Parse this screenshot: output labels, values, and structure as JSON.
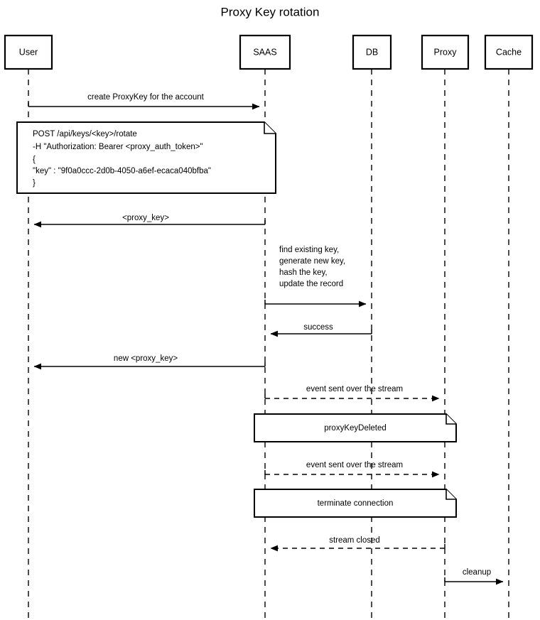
{
  "title": "Proxy Key rotation",
  "participants": [
    {
      "id": "user",
      "label": "User"
    },
    {
      "id": "saas",
      "label": "SAAS"
    },
    {
      "id": "db",
      "label": "DB"
    },
    {
      "id": "proxy",
      "label": "Proxy"
    },
    {
      "id": "cache",
      "label": "Cache"
    }
  ],
  "messages": [
    {
      "id": "m1",
      "label": "create ProxyKey for the account",
      "from": "user",
      "to": "saas",
      "style": "solid",
      "direction": "right"
    },
    {
      "id": "m2",
      "label": "<proxy_key>",
      "from": "saas",
      "to": "user",
      "style": "solid",
      "direction": "left"
    },
    {
      "id": "m3",
      "label": "",
      "from": "saas",
      "to": "db",
      "style": "solid",
      "direction": "right"
    },
    {
      "id": "m4",
      "label": "success",
      "from": "db",
      "to": "saas",
      "style": "solid",
      "direction": "left"
    },
    {
      "id": "m5",
      "label": "new <proxy_key>",
      "from": "saas",
      "to": "user",
      "style": "solid",
      "direction": "left"
    },
    {
      "id": "m6",
      "label": "event sent over the stream",
      "from": "saas",
      "to": "proxy",
      "style": "dashed",
      "direction": "right"
    },
    {
      "id": "m7",
      "label": "event sent over the stream",
      "from": "saas",
      "to": "proxy",
      "style": "dashed",
      "direction": "right"
    },
    {
      "id": "m8",
      "label": "stream closed",
      "from": "proxy",
      "to": "saas",
      "style": "dashed",
      "direction": "left"
    },
    {
      "id": "m9",
      "label": "cleanup",
      "from": "proxy",
      "to": "cache",
      "style": "solid",
      "direction": "right"
    }
  ],
  "notes": [
    {
      "id": "note-request",
      "align": "left",
      "lines": [
        "POST /api/keys/<key>/rotate",
        "-H \"Authorization: Bearer <proxy_auth_token>\"",
        "{",
        "     \"key\" : \"9f0a0ccc-2d0b-4050-a6ef-ecaca040bfba\"",
        "}"
      ]
    },
    {
      "id": "note-proxy-key-deleted",
      "align": "center",
      "lines": [
        "proxyKeyDeleted"
      ]
    },
    {
      "id": "note-terminate-connection",
      "align": "center",
      "lines": [
        "terminate connection"
      ]
    }
  ],
  "free_text_blocks": [
    {
      "id": "saas-internal-steps",
      "lines": [
        "find existing key,",
        "generate new key,",
        "hash the key,",
        "update the record"
      ]
    }
  ],
  "colors": {
    "background": "#ffffff",
    "stroke": "#000000",
    "text": "#000000"
  }
}
